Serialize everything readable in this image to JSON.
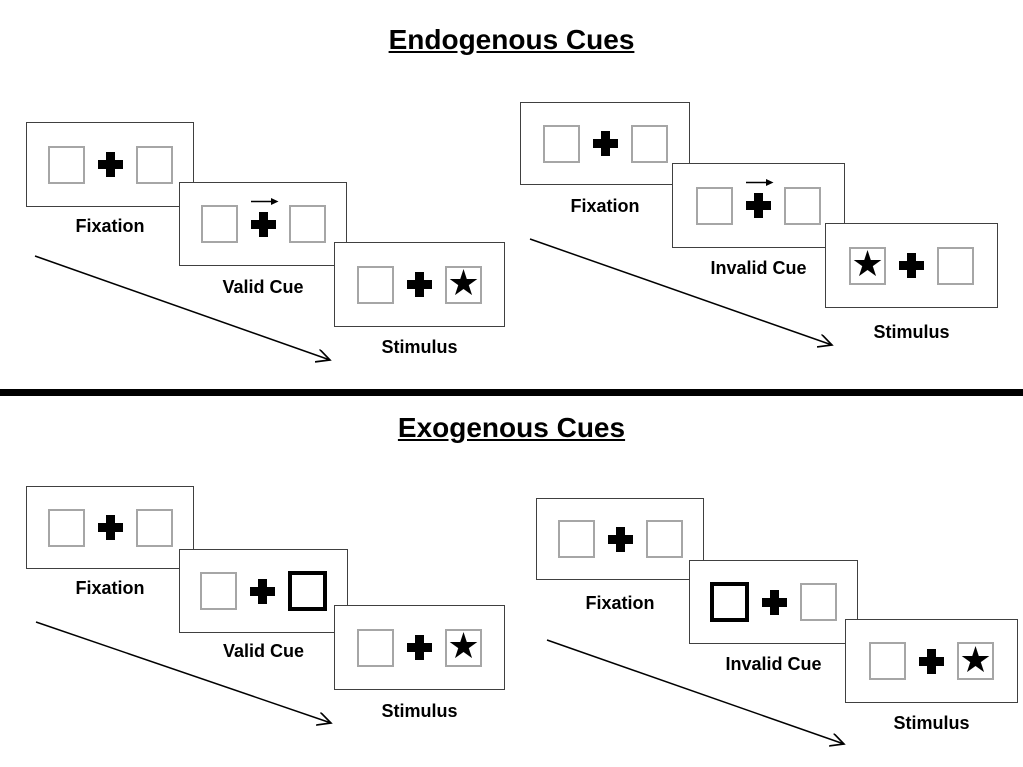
{
  "diagram": {
    "endogenous": {
      "title": "Endogenous Cues",
      "valid": {
        "fixation": "Fixation",
        "cue": "Valid Cue",
        "stimulus": "Stimulus"
      },
      "invalid": {
        "fixation": "Fixation",
        "cue": "Invalid Cue",
        "stimulus": "Stimulus"
      }
    },
    "exogenous": {
      "title": "Exogenous Cues",
      "valid": {
        "fixation": "Fixation",
        "cue": "Valid Cue",
        "stimulus": "Stimulus"
      },
      "invalid": {
        "fixation": "Fixation",
        "cue": "Invalid Cue",
        "stimulus": "Stimulus"
      }
    },
    "glyphs": {
      "star": "★"
    },
    "colors": {
      "ink": "#000000",
      "panel_border": "#404040",
      "square_border": "#a6a6a6"
    }
  }
}
